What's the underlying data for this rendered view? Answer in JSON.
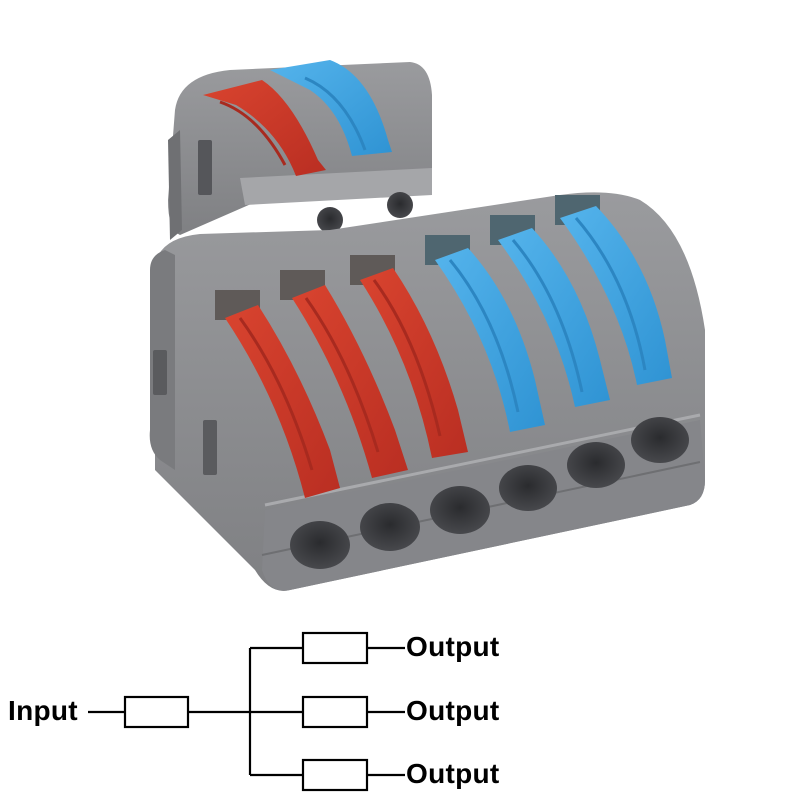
{
  "product": {
    "name": "1-in-3-out push-lever wire connector",
    "colors": {
      "body": "#8e8f92",
      "body_dark": "#77787b",
      "body_light": "#a3a4a7",
      "red_lever": "#c8372a",
      "blue_lever": "#3ea3e0",
      "hole": "#3a3b3e"
    },
    "top_module": {
      "levers": [
        "red",
        "blue"
      ],
      "mount_holes": 2
    },
    "main_module": {
      "levers": [
        "red",
        "red",
        "red",
        "blue",
        "blue",
        "blue"
      ],
      "wire_ports": 6
    }
  },
  "diagram": {
    "input_label": "Input",
    "outputs": [
      {
        "label": "Output"
      },
      {
        "label": "Output"
      },
      {
        "label": "Output"
      }
    ],
    "line_color": "#000000"
  }
}
